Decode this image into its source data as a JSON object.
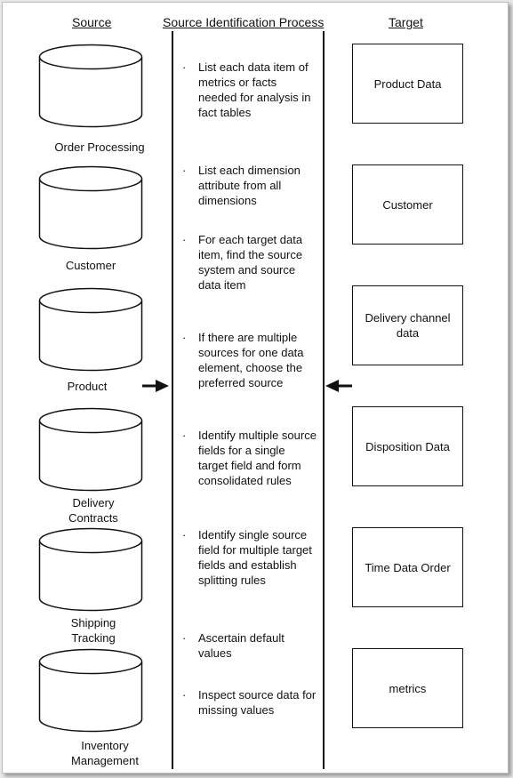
{
  "headers": {
    "source": "Source",
    "process": "Source Identification  Process",
    "target": "Target"
  },
  "sources": [
    "Order Processing",
    "Customer",
    "Product",
    "Delivery\nContracts",
    "Shipping\nTracking",
    "Inventory\nManagement"
  ],
  "steps": [
    "List each  data item of metrics or facts needed for analysis in fact tables",
    "List each  dimension attribute  from all dimensions",
    "For each target data  item, find the source system and source data item",
    "If there  are multiple sources for one data element, choose the preferred source",
    "Identify multiple source fields for a single target field and form consolidated rules",
    "Identify single source field for multiple target fields and establish splitting rules",
    "Ascertain default values",
    "Inspect source data for missing values"
  ],
  "bullet": "·",
  "targets": [
    "Product Data",
    "Customer",
    "Delivery channel data",
    "Disposition Data",
    "Time Data Order",
    "metrics"
  ]
}
